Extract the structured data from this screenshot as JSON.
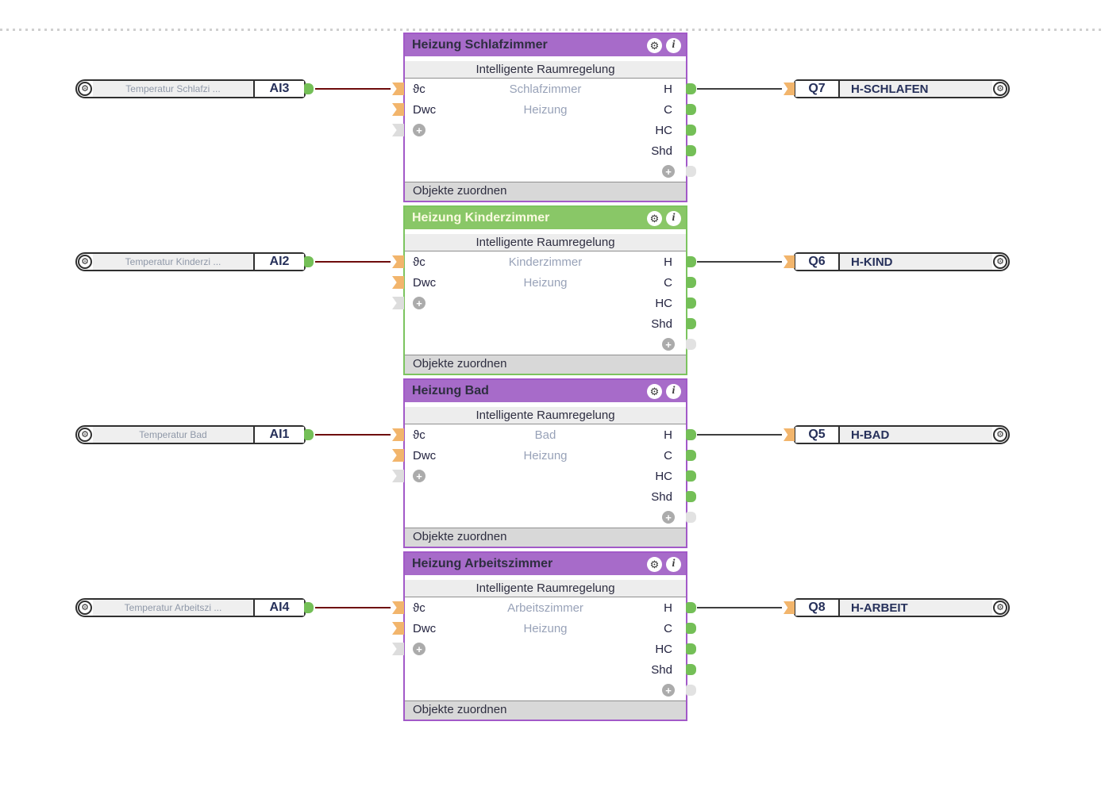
{
  "palette": {
    "block_accent_purple": "#A76BC9",
    "block_border_purple": "#A259C8",
    "block_accent_green": "#89C767",
    "block_border_green": "#7CC45F",
    "input_connector_orange": "#F2B56C",
    "output_connector_green": "#74BF57",
    "inactive_connector_gray": "#DDDDDD",
    "wire_analog_red": "#6E0B0B",
    "wire_digital_dark": "#3F3F3F",
    "footer_gray": "#D8D8D8"
  },
  "icons": {
    "gear": "⚙",
    "info": "i",
    "plus": "+"
  },
  "blocks": [
    {
      "title": "Heizung Schlafzimmer",
      "subtitle": "Intelligente Raumregelung",
      "room": "Schlafzimmer",
      "mode": "Heizung",
      "accent": "purple",
      "pin_inputs": [
        "ϑc",
        "Dwc"
      ],
      "pin_outputs": [
        "H",
        "C",
        "HC",
        "Shd"
      ],
      "footer_action": "Objekte zuordnen",
      "source": {
        "label": "Temperatur  Schlafzi ...",
        "port": "AI3"
      },
      "target": {
        "port": "Q7",
        "label": "H-SCHLAFEN"
      }
    },
    {
      "title": "Heizung Kinderzimmer",
      "subtitle": "Intelligente Raumregelung",
      "room": "Kinderzimmer",
      "mode": "Heizung",
      "accent": "green",
      "pin_inputs": [
        "ϑc",
        "Dwc"
      ],
      "pin_outputs": [
        "H",
        "C",
        "HC",
        "Shd"
      ],
      "footer_action": "Objekte zuordnen",
      "source": {
        "label": "Temperatur  Kinderzi ...",
        "port": "AI2"
      },
      "target": {
        "port": "Q6",
        "label": "H-KIND"
      }
    },
    {
      "title": "Heizung Bad",
      "subtitle": "Intelligente Raumregelung",
      "room": "Bad",
      "mode": "Heizung",
      "accent": "purple",
      "pin_inputs": [
        "ϑc",
        "Dwc"
      ],
      "pin_outputs": [
        "H",
        "C",
        "HC",
        "Shd"
      ],
      "footer_action": "Objekte zuordnen",
      "source": {
        "label": "Temperatur Bad",
        "port": "AI1"
      },
      "target": {
        "port": "Q5",
        "label": "H-BAD"
      }
    },
    {
      "title": "Heizung Arbeitszimmer",
      "subtitle": "Intelligente Raumregelung",
      "room": "Arbeitszimmer",
      "mode": "Heizung",
      "accent": "purple",
      "pin_inputs": [
        "ϑc",
        "Dwc"
      ],
      "pin_outputs": [
        "H",
        "C",
        "HC",
        "Shd"
      ],
      "footer_action": "Objekte zuordnen",
      "source": {
        "label": "Temperatur  Arbeitszi ...",
        "port": "AI4"
      },
      "target": {
        "port": "Q8",
        "label": "H-ARBEIT"
      }
    }
  ]
}
